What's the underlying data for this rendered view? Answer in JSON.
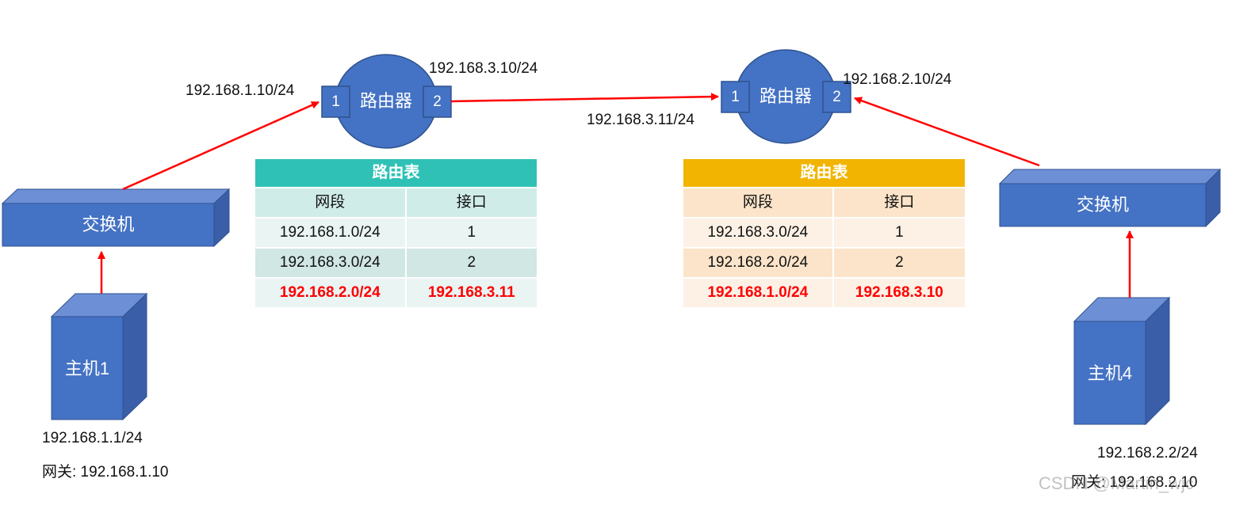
{
  "router_left": {
    "label": "路由器",
    "port1": "1",
    "port2": "2",
    "ip_port1": "192.168.1.10/24",
    "ip_port2": "192.168.3.10/24"
  },
  "router_right": {
    "label": "路由器",
    "port1": "1",
    "port2": "2",
    "ip_port1": "192.168.3.11/24",
    "ip_port2": "192.168.2.10/24"
  },
  "switch_left": {
    "label": "交换机"
  },
  "switch_right": {
    "label": "交换机"
  },
  "host1": {
    "label": "主机1",
    "ip": "192.168.1.1/24",
    "gateway": "网关: 192.168.1.10"
  },
  "host4": {
    "label": "主机4",
    "ip": "192.168.2.2/24",
    "gateway": "网关: 192.168.2.10"
  },
  "table_left": {
    "title": "路由表",
    "headers": [
      "网段",
      "接口"
    ],
    "rows": [
      [
        "192.168.1.0/24",
        "1"
      ],
      [
        "192.168.3.0/24",
        "2"
      ],
      [
        "192.168.2.0/24",
        "192.168.3.11"
      ]
    ]
  },
  "table_right": {
    "title": "路由表",
    "headers": [
      "网段",
      "接口"
    ],
    "rows": [
      [
        "192.168.3.0/24",
        "1"
      ],
      [
        "192.168.2.0/24",
        "2"
      ],
      [
        "192.168.1.0/24",
        "192.168.3.10"
      ]
    ]
  },
  "colors": {
    "device_blue": "#4472c4",
    "arrow": "#ff0000",
    "table_left_header": "#2fc1b5",
    "table_right_header": "#f2b400",
    "highlight_text": "#ff0000"
  },
  "watermark": "CSDN @Martin_wjc"
}
